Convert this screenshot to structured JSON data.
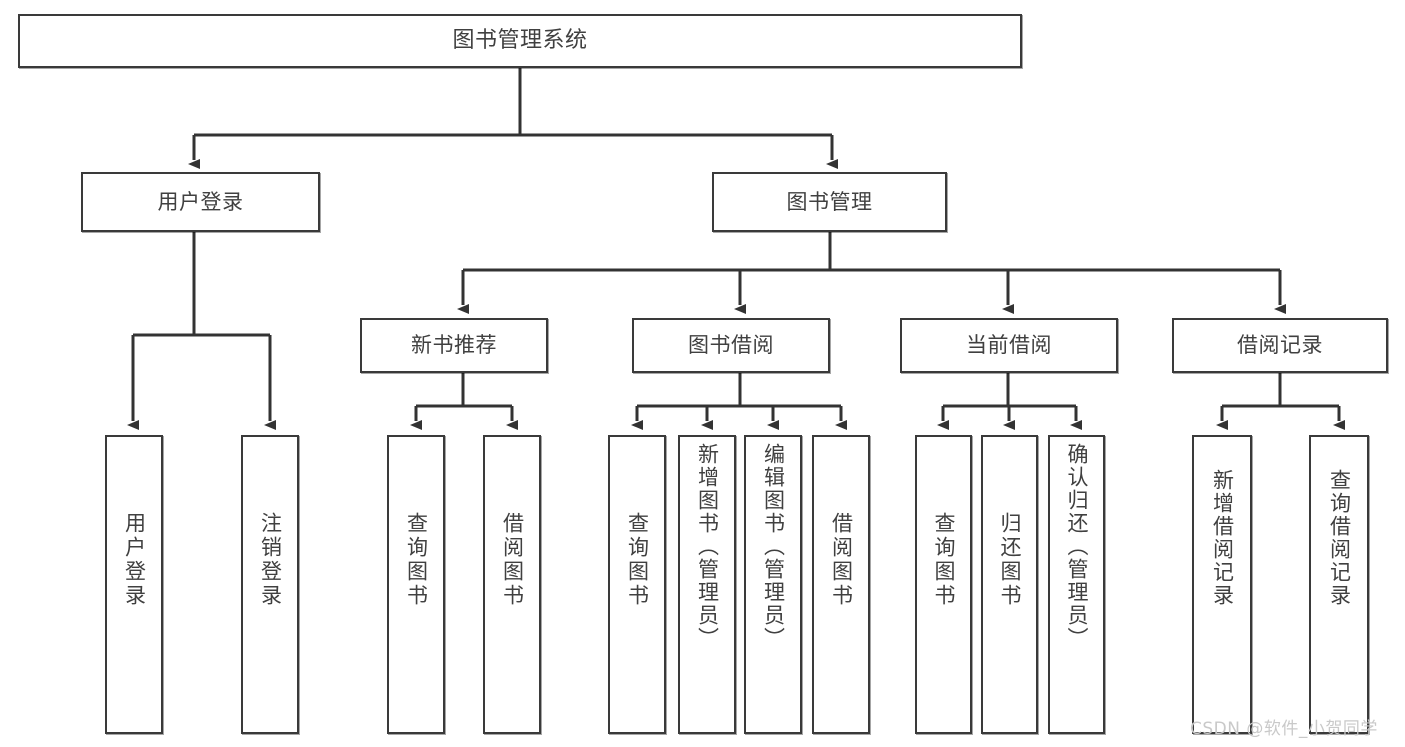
{
  "diagram": {
    "type": "tree-hierarchy",
    "title": "图书管理系统",
    "root": {
      "label": "图书管理系统"
    },
    "level2": [
      {
        "label": "用户登录"
      },
      {
        "label": "图书管理"
      }
    ],
    "level3": [
      {
        "label": "新书推荐"
      },
      {
        "label": "图书借阅"
      },
      {
        "label": "当前借阅"
      },
      {
        "label": "借阅记录"
      }
    ],
    "leaves": {
      "user_login": [
        {
          "label": "用户登录"
        },
        {
          "label": "注销登录"
        }
      ],
      "new_book_recommend": [
        {
          "label": "查询图书"
        },
        {
          "label": "借阅图书"
        }
      ],
      "book_borrow": [
        {
          "label": "查询图书"
        },
        {
          "label": "新增图书（管理员）"
        },
        {
          "label": "编辑图书（管理员）"
        },
        {
          "label": "借阅图书"
        }
      ],
      "current_borrow": [
        {
          "label": "查询图书"
        },
        {
          "label": "归还图书"
        },
        {
          "label": "确认归还（管理员）"
        }
      ],
      "borrow_record": [
        {
          "label": "新增借阅记录"
        },
        {
          "label": "查询借阅记录"
        }
      ]
    }
  },
  "watermark": {
    "text": "CSDN @软件_小贺同学"
  },
  "colors": {
    "box_border": "#3a3a3a",
    "box_fill": "#ffffff",
    "text": "#404040",
    "edge": "#333333",
    "watermark": "#c9c9c9"
  }
}
